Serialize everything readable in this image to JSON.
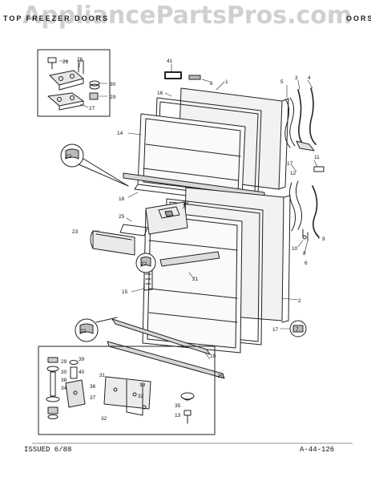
{
  "header": {
    "left_text": "TOP FREEZER DOORS",
    "right_text": "OORS",
    "watermark": "AppliancePartsPros.com"
  },
  "footer": {
    "issued": "ISSUED 6/88",
    "code": "A-44-126"
  },
  "callouts": {
    "c1": "1",
    "c2": "2",
    "c3": "3",
    "c4": "4",
    "c5": "5",
    "c6": "6",
    "c6b": "6",
    "c7": "7",
    "c8": "8",
    "c9": "9",
    "c10": "10",
    "c11": "11",
    "c12": "12",
    "c13": "13",
    "c14": "14",
    "c15": "15",
    "c16": "16",
    "c17": "17",
    "c17b": "17",
    "c18": "18",
    "c19": "19",
    "c20": "20",
    "c21": "21",
    "c22a": "22",
    "c22b": "22",
    "c22c": "22",
    "c23": "23",
    "c24": "24",
    "c25": "25",
    "c26": "26",
    "c27": "27",
    "c28": "28",
    "c29": "29",
    "c29b": "29",
    "c30": "30",
    "c30b": "30",
    "c31": "31",
    "c32": "32",
    "c32b": "32",
    "c33": "33",
    "c34": "34",
    "c35": "35",
    "c36": "36",
    "c37": "37",
    "c38": "38",
    "c39": "39",
    "c40": "40",
    "c41": "41"
  }
}
